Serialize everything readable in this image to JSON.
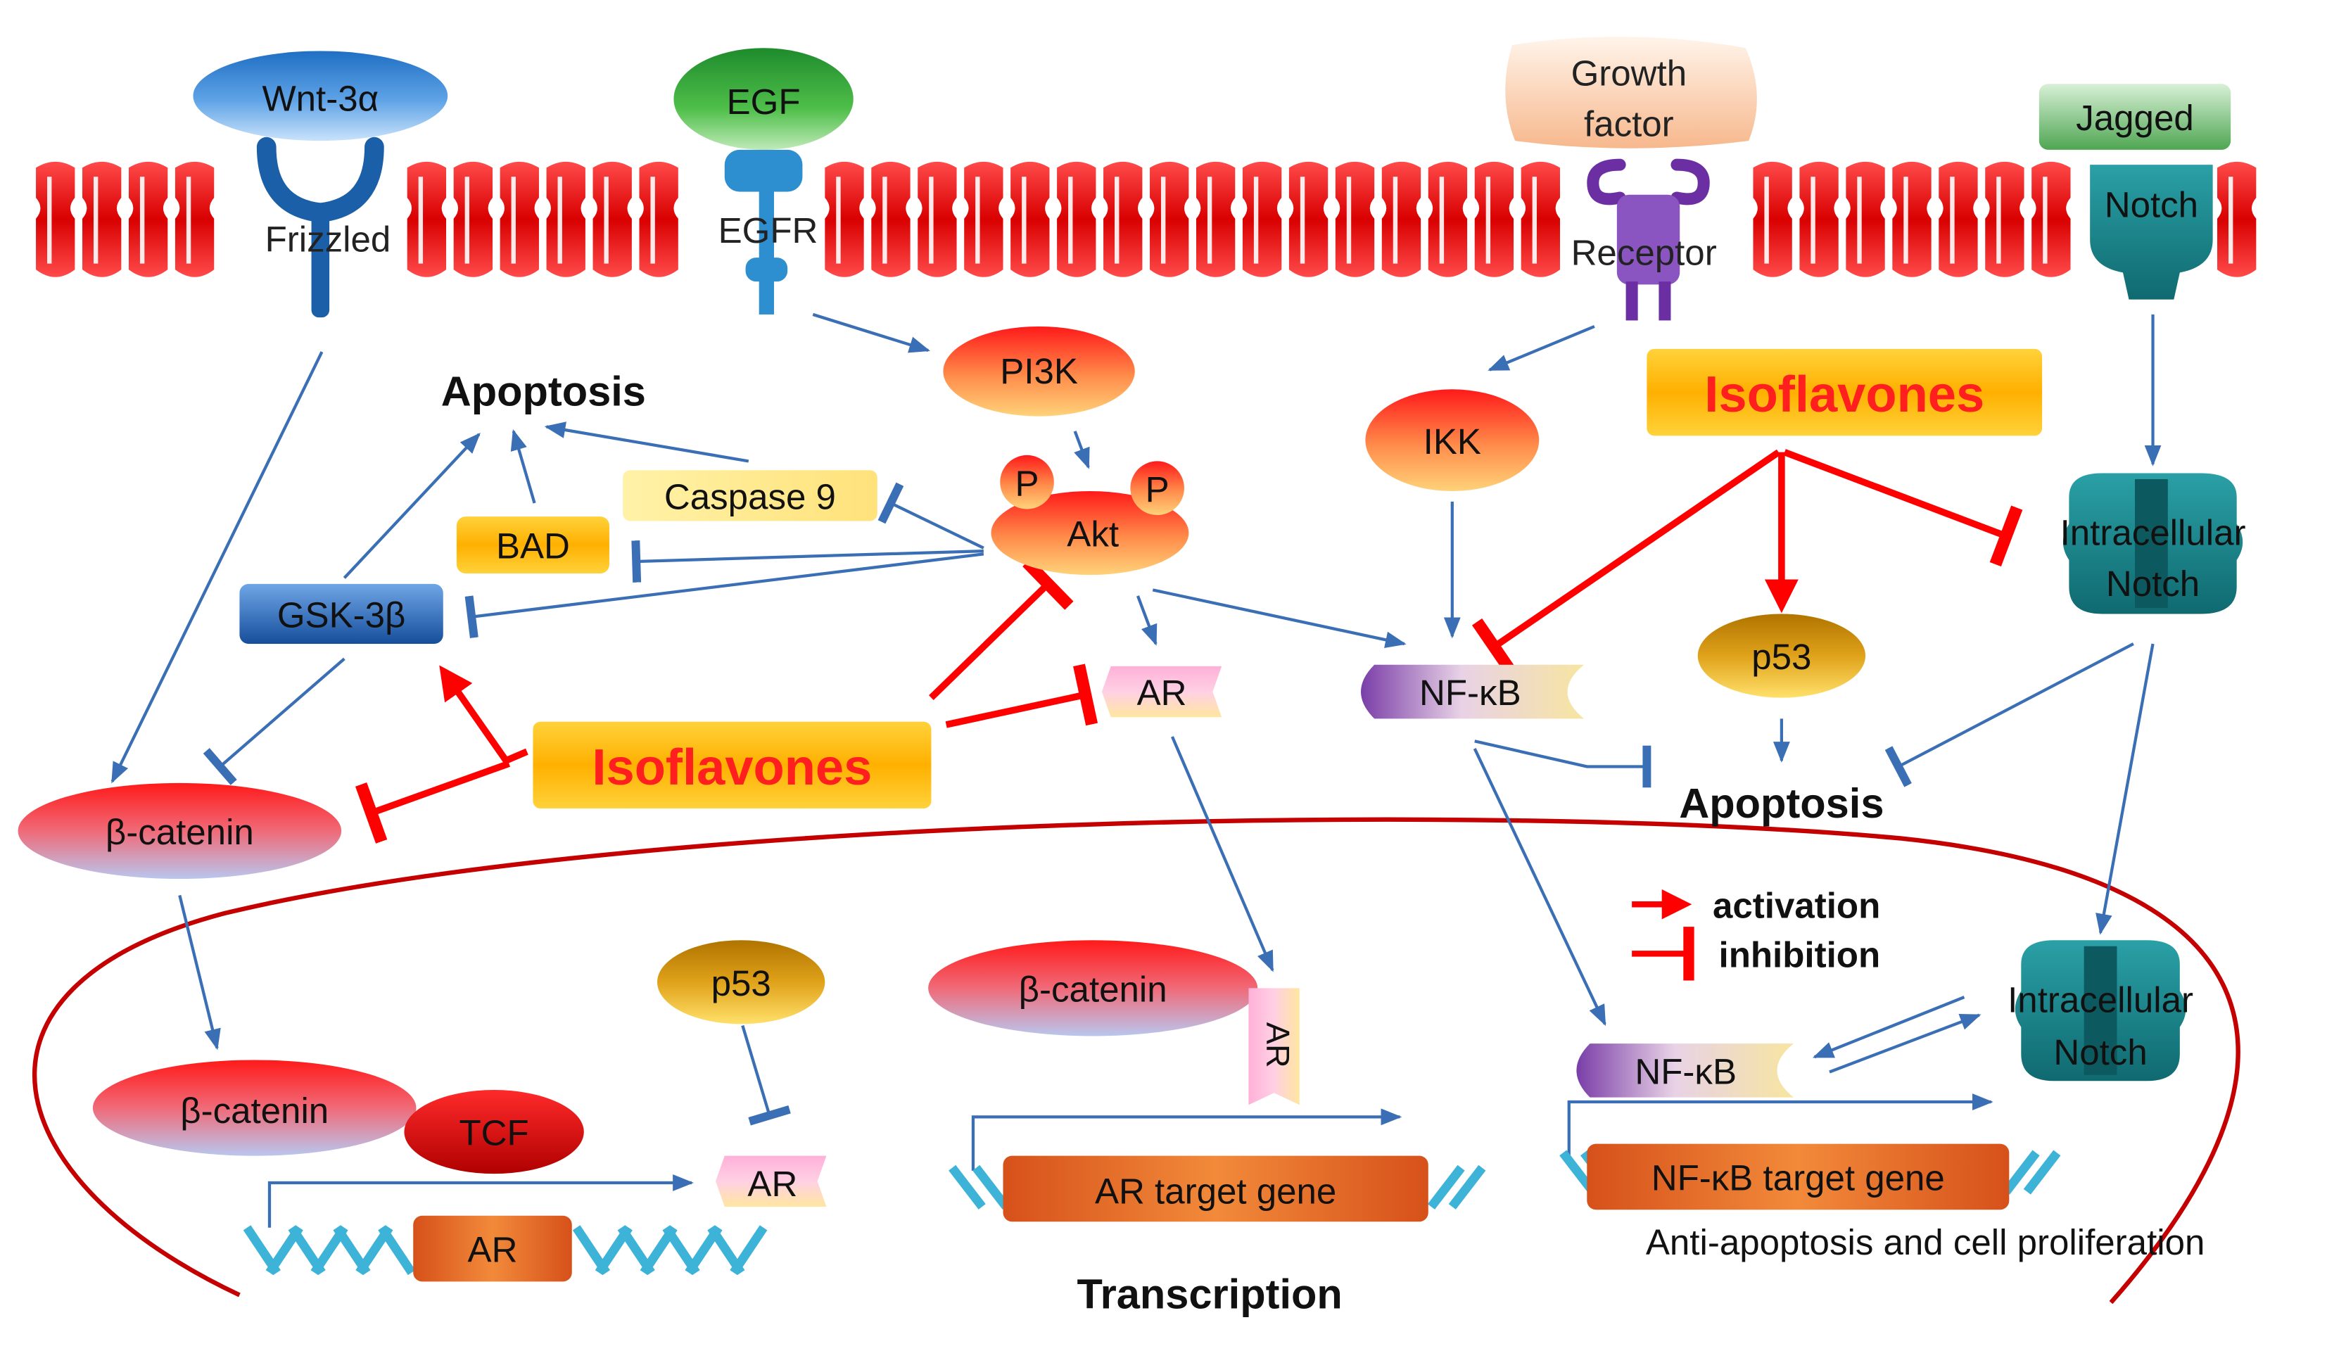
{
  "colors": {
    "activation": "#ff0000",
    "inhibition": "#ff0000",
    "signal": "#3a6fb5",
    "membrane": "#e02020",
    "nucleus_border": "#c40000",
    "isoflavones_text": "#ff1f1f",
    "isoflavones_box": "#ffc21a",
    "notch_teal": "#1a7f86",
    "dna_blue": "#3db3d8",
    "gene_box": "#e0601a"
  },
  "ligands": {
    "wnt": "Wnt-3α",
    "egf": "EGF",
    "growth_factor_line1": "Growth",
    "growth_factor_line2": "factor",
    "jagged": "Jagged"
  },
  "receptors": {
    "frizzled": "Frizzled",
    "egfr": "EGFR",
    "receptor": "Receptor",
    "notch": "Notch"
  },
  "cytoplasm": {
    "apoptosis_left": "Apoptosis",
    "pi3k": "PI3K",
    "akt": "Akt",
    "phospho": "P",
    "caspase9": "Caspase 9",
    "bad": "BAD",
    "gsk3b": "GSK-3β",
    "beta_catenin": "β-catenin",
    "ar": "AR",
    "isoflavones_left": "Isoflavones",
    "ikk": "IKK",
    "nfkb": "NF-κB",
    "isoflavones_right": "Isoflavones",
    "p53": "p53",
    "apoptosis_right": "Apoptosis",
    "intracellular_notch_line1": "Intracellular",
    "intracellular_notch_line2": "Notch"
  },
  "legend": {
    "activation": "activation",
    "inhibition": "inhibition"
  },
  "nucleus": {
    "beta_catenin": "β-catenin",
    "tcf": "TCF",
    "ar_gene": "AR",
    "p53": "p53",
    "ar_protein": "AR",
    "beta_catenin_complex": "β-catenin",
    "ar_vertical": "AR",
    "ar_target_gene": "AR target gene",
    "transcription": "Transcription",
    "nfkb": "NF-κB",
    "intracellular_notch_line1": "Intracellular",
    "intracellular_notch_line2": "Notch",
    "nfkb_target_gene": "NF-κB target gene",
    "anti_apoptosis": "Anti-apoptosis and cell proliferation"
  }
}
